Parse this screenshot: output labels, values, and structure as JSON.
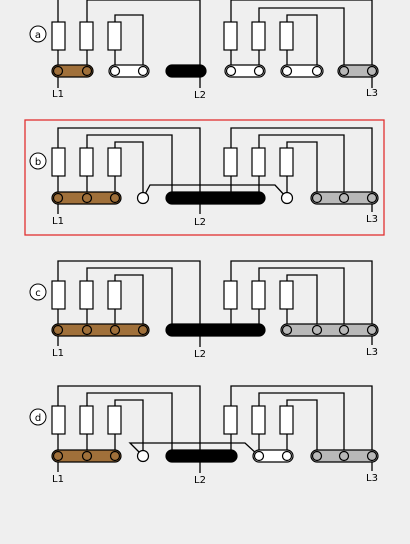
{
  "colors": {
    "background": "#efefef",
    "brown_bar": "#a0703a",
    "black_bar": "#000000",
    "gray_bar": "#b8b8b8",
    "white_bar": "#ffffff",
    "highlight_frame": "#e03030",
    "wire": "#000000",
    "resistor_fill": "#ffffff"
  },
  "phase_labels": {
    "l1": "L1",
    "l2": "L2",
    "l3": "L3"
  },
  "options": [
    {
      "id": "a",
      "label": "a",
      "selected": false
    },
    {
      "id": "b",
      "label": "b",
      "selected": true
    },
    {
      "id": "c",
      "label": "c",
      "selected": false
    },
    {
      "id": "d",
      "label": "d",
      "selected": false
    }
  ]
}
